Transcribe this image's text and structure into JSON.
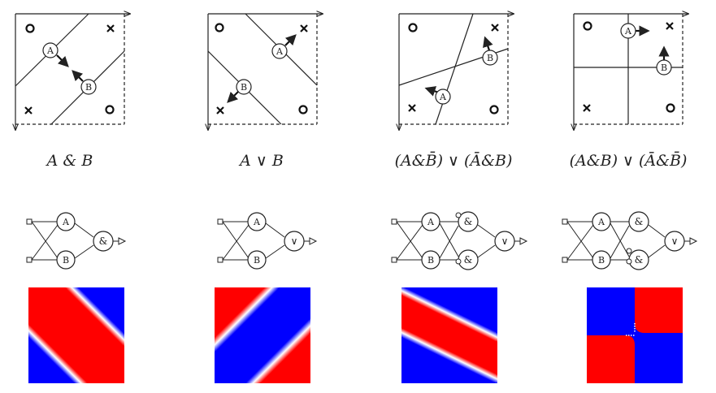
{
  "panels": [
    {
      "caption": "A & B",
      "unit_a": "A",
      "unit_b": "B",
      "gates": [
        "&"
      ],
      "output_gate": "&"
    },
    {
      "caption": "A ∨ B",
      "unit_a": "A",
      "unit_b": "B",
      "gates": [
        "∨"
      ],
      "output_gate": "∨"
    },
    {
      "caption": "(A&B̄) ∨ (Ā&B)",
      "unit_a": "A",
      "unit_b": "B",
      "gates": [
        "&",
        "&",
        "∨"
      ],
      "output_gate": "∨"
    },
    {
      "caption": "(A&B) ∨ (Ā&B̄)",
      "unit_a": "A",
      "unit_b": "B",
      "gates": [
        "&",
        "&",
        "∨"
      ],
      "output_gate": "∨"
    }
  ],
  "colors": {
    "red": "#ff0000",
    "blue": "#0000ff",
    "white": "#ffffff",
    "ink": "#222222"
  }
}
